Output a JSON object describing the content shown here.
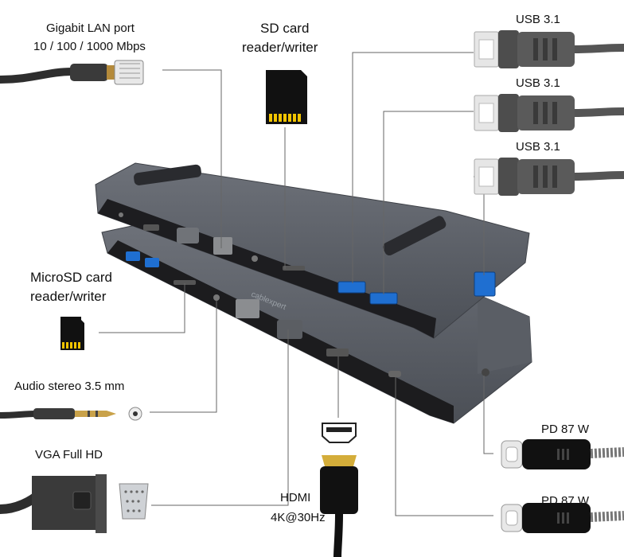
{
  "labels": {
    "lan_title": "Gigabit LAN port",
    "lan_speed": "10 / 100 / 1000 Mbps",
    "sd_line1": "SD card",
    "sd_line2": "reader/writer",
    "usb_a": "USB 3.1",
    "usb_b": "USB 3.1",
    "usb_c": "USB 3.1",
    "microsd_line1": "MicroSD card",
    "microsd_line2": "reader/writer",
    "audio": "Audio stereo 3.5 mm",
    "vga": "VGA Full HD",
    "hdmi_line1": "HDMI",
    "hdmi_line2": "4K@30Hz",
    "pd_a": "PD 87 W",
    "pd_b": "PD 87 W"
  },
  "colors": {
    "chassis": "#5b5f66",
    "port_blue": "#1f6fd1",
    "cable": "#3a3a3a",
    "leader_line": "#666666"
  },
  "icons": [
    "ethernet-plug-icon",
    "sd-card-icon",
    "usb-a-plug-icon",
    "microsd-card-icon",
    "audio-jack-icon",
    "vga-plug-icon",
    "hdmi-plug-icon",
    "usb-c-plug-icon",
    "docking-station"
  ]
}
